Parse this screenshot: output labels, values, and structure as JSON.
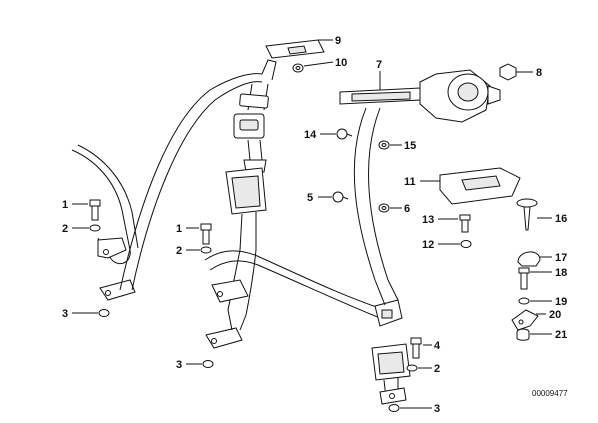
{
  "callouts": [
    {
      "id": "c1a",
      "text": "1"
    },
    {
      "id": "c2a",
      "text": "2"
    },
    {
      "id": "c3a",
      "text": "3"
    },
    {
      "id": "c1b",
      "text": "1"
    },
    {
      "id": "c2b",
      "text": "2"
    },
    {
      "id": "c3b",
      "text": "3"
    },
    {
      "id": "c4",
      "text": "4"
    },
    {
      "id": "c2c",
      "text": "2"
    },
    {
      "id": "c3c",
      "text": "3"
    },
    {
      "id": "c5",
      "text": "5"
    },
    {
      "id": "c6",
      "text": "6"
    },
    {
      "id": "c7",
      "text": "7"
    },
    {
      "id": "c8",
      "text": "8"
    },
    {
      "id": "c9",
      "text": "9"
    },
    {
      "id": "c10",
      "text": "10"
    },
    {
      "id": "c11",
      "text": "11"
    },
    {
      "id": "c12",
      "text": "12"
    },
    {
      "id": "c13",
      "text": "13"
    },
    {
      "id": "c14",
      "text": "14"
    },
    {
      "id": "c15",
      "text": "15"
    },
    {
      "id": "c16",
      "text": "16"
    },
    {
      "id": "c17",
      "text": "17"
    },
    {
      "id": "c18",
      "text": "18"
    },
    {
      "id": "c19",
      "text": "19"
    },
    {
      "id": "c20",
      "text": "20"
    },
    {
      "id": "c21",
      "text": "21"
    }
  ],
  "drawing_code": "00009477"
}
